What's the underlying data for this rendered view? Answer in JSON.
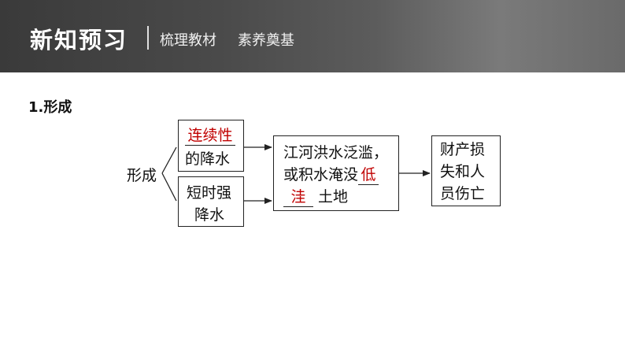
{
  "header": {
    "title": "新知预习",
    "subtitle_1": "梳理教材",
    "subtitle_2": "素养奠基"
  },
  "section": {
    "heading": "1.形成"
  },
  "diagram": {
    "root_label": "形成",
    "box_a": {
      "answer": "连续性",
      "text": "的降水"
    },
    "box_b": {
      "line1": "短时强",
      "line2": "降水"
    },
    "box_c": {
      "line1": "江河洪水泛滥，",
      "line2_prefix": "或积水淹没",
      "answer_part1": "低",
      "answer_part2": "洼",
      "line3_suffix": "土地"
    },
    "box_d": {
      "line1": "财产损",
      "line2": "失和人",
      "line3": "员伤亡"
    }
  },
  "colors": {
    "answer": "#c00000",
    "header_bg": "#4a4a4a"
  }
}
